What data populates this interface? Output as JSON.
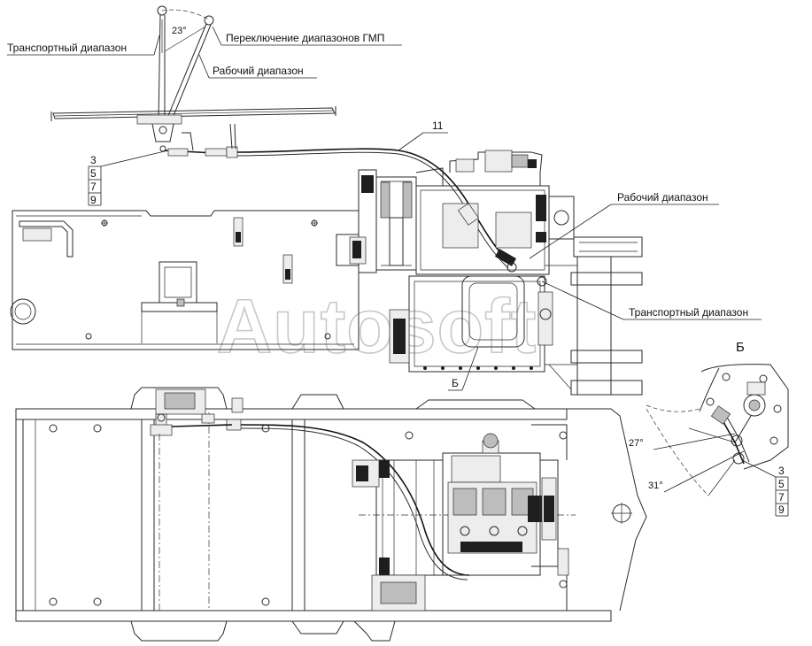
{
  "labels": {
    "transport_range_top": "Транспортный диапазон",
    "gmp_switch": "Переключение диапазонов ГМП",
    "working_range_top": "Рабочий диапазон",
    "angle_23": "23°",
    "callout_11": "11",
    "working_range_right": "Рабочий диапазон",
    "transport_range_right": "Транспортный диапазон",
    "view_b_ref": "Б",
    "view_b_title": "Б",
    "angle_27": "27°",
    "angle_31": "31°"
  },
  "part_stack_left": [
    "3",
    "5",
    "7",
    "9"
  ],
  "part_stack_right": [
    "3",
    "5",
    "7",
    "9"
  ],
  "watermark": "Autosoft"
}
